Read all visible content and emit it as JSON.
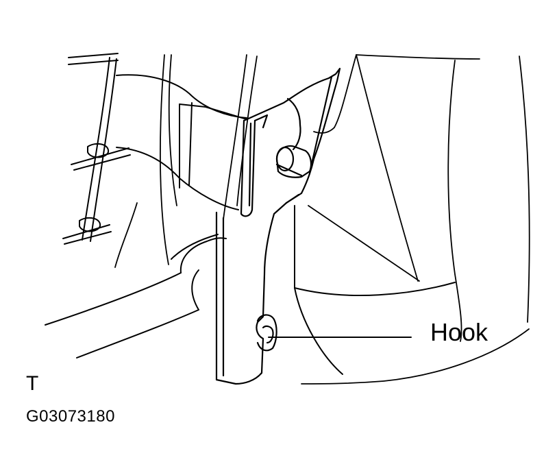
{
  "figure": {
    "callout": "Hook",
    "corner_mark": "T",
    "code": "G03073180"
  }
}
